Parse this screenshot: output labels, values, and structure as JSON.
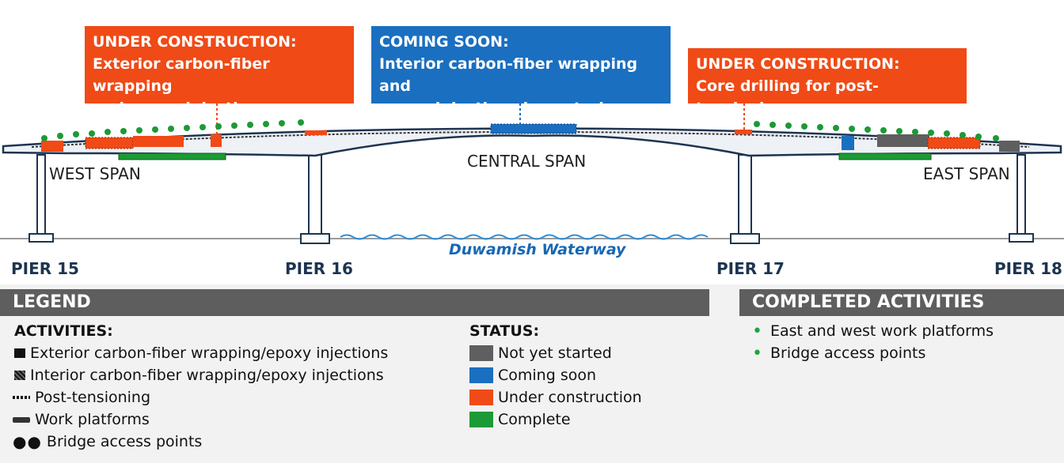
{
  "callouts": [
    {
      "status": "UNDER CONSTRUCTION:",
      "line1": "Exterior carbon-fiber wrapping",
      "line2": "and epoxy injections",
      "color": "#f04a16"
    },
    {
      "status": "COMING SOON:",
      "line1": "Interior carbon-fiber wrapping and",
      "line2": "epoxy injections in central span",
      "color": "#1a6fc0"
    },
    {
      "status": "UNDER CONSTRUCTION:",
      "line1": "Core drilling for post-tensioning",
      "line2": "",
      "color": "#f04a16"
    }
  ],
  "spans": {
    "west": "WEST SPAN",
    "central": "CENTRAL SPAN",
    "east": "EAST SPAN"
  },
  "piers": [
    "PIER 15",
    "PIER 16",
    "PIER 17",
    "PIER 18"
  ],
  "waterway": "Duwamish Waterway",
  "legend": {
    "title": "LEGEND",
    "activities_heading": "ACTIVITIES:",
    "activities": [
      {
        "icon": "solid-square-icon",
        "label": "Exterior carbon-fiber wrapping/epoxy injections"
      },
      {
        "icon": "hatched-square-icon",
        "label": "Interior carbon-fiber wrapping/epoxy injections"
      },
      {
        "icon": "dashed-line-icon",
        "label": "Post-tensioning"
      },
      {
        "icon": "platform-bar-icon",
        "label": "Work platforms"
      },
      {
        "icon": "dots-icon",
        "label": "Bridge access points"
      }
    ],
    "status_heading": "STATUS:",
    "statuses": [
      {
        "label": "Not yet started",
        "color": "#5f5f5f"
      },
      {
        "label": "Coming soon",
        "color": "#1a6fc0"
      },
      {
        "label": "Under construction",
        "color": "#f04a16"
      },
      {
        "label": "Complete",
        "color": "#1c9a35"
      }
    ]
  },
  "completed": {
    "title": "COMPLETED ACTIVITIES",
    "items": [
      "East and west work platforms",
      "Bridge access points"
    ]
  },
  "colors": {
    "deck": "#1d3450",
    "not_started": "#5f5f5f",
    "coming_soon": "#1a6fc0",
    "under_construction": "#f04a16",
    "complete": "#1c9a35",
    "legend_bar": "#5e5e5e"
  }
}
